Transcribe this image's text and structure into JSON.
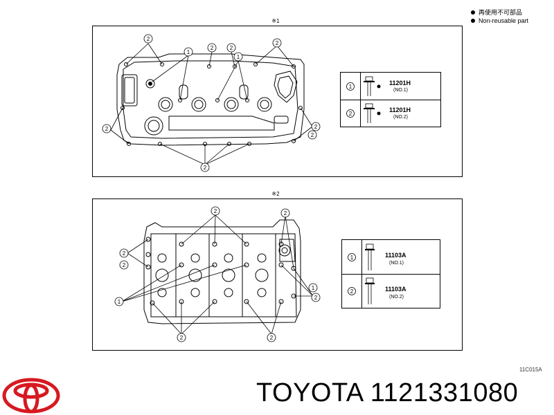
{
  "legend": {
    "item1": "再使用不可部品",
    "item2": "Non-reusable part"
  },
  "diagram1": {
    "ref": "※1",
    "bolts": [
      {
        "index": "1",
        "number": "11201H",
        "sub": "(NO.1)",
        "nonreusable": true
      },
      {
        "index": "2",
        "number": "11201H",
        "sub": "(NO.2)",
        "nonreusable": true
      }
    ]
  },
  "diagram2": {
    "ref": "※2",
    "bolts": [
      {
        "index": "1",
        "number": "11103A",
        "sub": "(NO.1)",
        "nonreusable": false
      },
      {
        "index": "2",
        "number": "11103A",
        "sub": "(NO.2)",
        "nonreusable": false
      }
    ]
  },
  "sheet_code": "11C015A",
  "brand": {
    "name": "TOYOTA",
    "part_number": "1121331080"
  }
}
